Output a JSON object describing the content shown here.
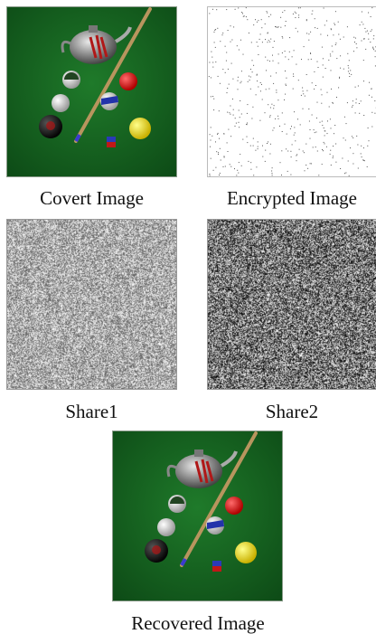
{
  "figure": {
    "panels": [
      {
        "id": "covert",
        "caption": "Covert Image"
      },
      {
        "id": "encrypted",
        "caption": "Encrypted Image"
      },
      {
        "id": "share1",
        "caption": "Share1"
      },
      {
        "id": "share2",
        "caption": "Share2"
      },
      {
        "id": "recovered",
        "caption": "Recovered Image"
      }
    ]
  }
}
